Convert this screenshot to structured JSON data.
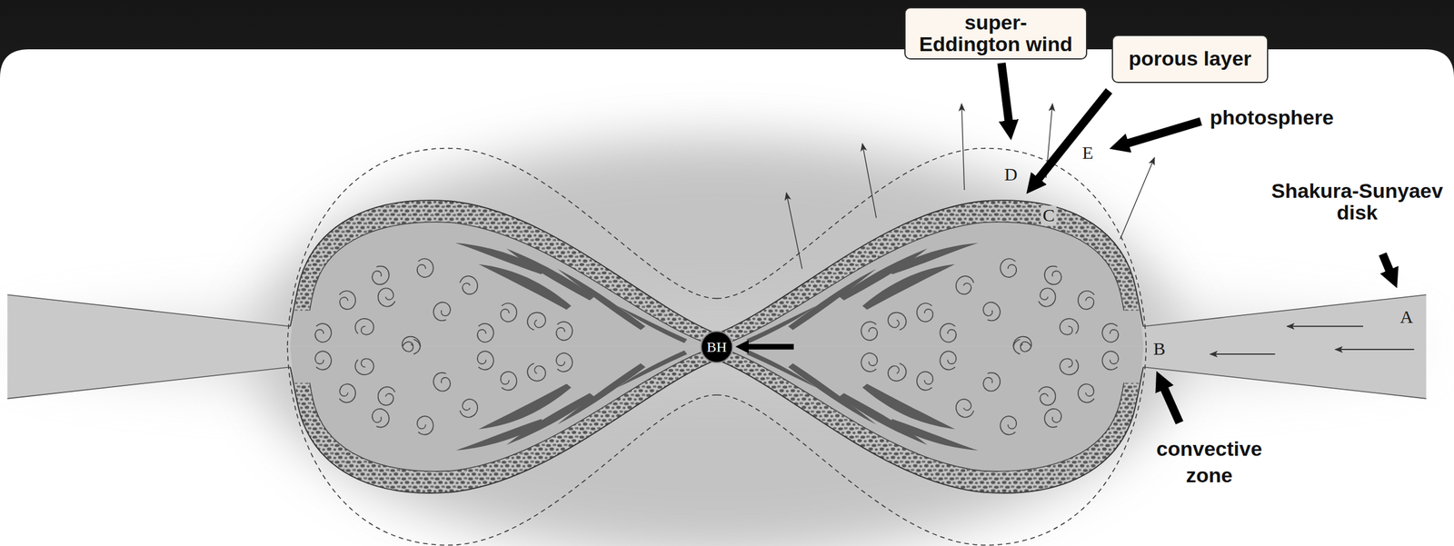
{
  "diagram": {
    "nodes": [
      {
        "text": [
          "super- Eddington wind"
        ]
      },
      {
        "text": [
          "porous layer"
        ]
      },
      {
        "text": [
          "BH"
        ]
      }
    ],
    "labels": [
      "D",
      "E",
      "photosphere",
      "C",
      "Shakura-Sunyaev disk",
      "A",
      "B",
      "convective zone"
    ]
  }
}
